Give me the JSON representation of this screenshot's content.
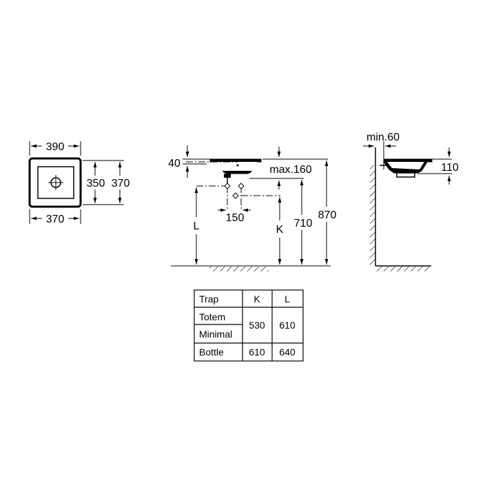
{
  "top_view": {
    "outer_width": "390",
    "inner_width": "370",
    "inner_depth": "350",
    "outer_depth": "370"
  },
  "front_view": {
    "rim_offset": "40",
    "max_depth": "max.160",
    "outlet_spacing": "150",
    "height_k_label": "K",
    "height_l_label": "L",
    "height_710": "710",
    "height_870": "870"
  },
  "side_view": {
    "wall_gap": "min.60",
    "basin_height": "110"
  },
  "trap_table": {
    "headers": [
      "Trap",
      "K",
      "L"
    ],
    "rows": [
      {
        "trap": "Totem",
        "k": "530",
        "l": "610"
      },
      {
        "trap": "Minimal",
        "k": "530",
        "l": "610"
      },
      {
        "trap": "Bottle",
        "k": "610",
        "l": "640"
      }
    ]
  }
}
